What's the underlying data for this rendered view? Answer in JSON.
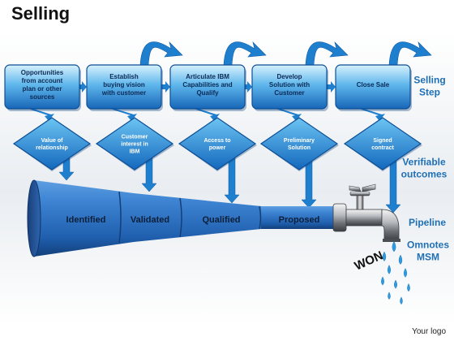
{
  "title": "Selling",
  "footer": "Your logo",
  "steps": [
    [
      "Opportunities",
      "from account",
      "plan or other",
      "sources"
    ],
    [
      "Establish",
      "buying vision",
      "with customer"
    ],
    [
      "Articulate IBM",
      "Capabilities and",
      "Qualify"
    ],
    [
      "Develop",
      "Solution with",
      "Customer"
    ],
    [
      "Close Sale"
    ]
  ],
  "outcomes": [
    [
      "Value of",
      "relationship"
    ],
    [
      "Customer",
      "interest in",
      "IBM"
    ],
    [
      "Access to",
      "power"
    ],
    [
      "Preliminary",
      "Solution"
    ],
    [
      "Signed",
      "contract"
    ]
  ],
  "pipeline_stages": [
    "Identified",
    "Validated",
    "Qualified",
    "Proposed"
  ],
  "side_labels": {
    "selling_step": [
      "Selling",
      "Step"
    ],
    "verifiable_outcomes": [
      "Verifiable",
      "outcomes"
    ],
    "pipeline": [
      "Pipeline"
    ],
    "omnotes": [
      "Omnotes",
      "MSM"
    ]
  },
  "won_label": "WON",
  "colors": {
    "step_fill_top": "#bfe6fb",
    "step_fill_bottom": "#1b7fd0",
    "diamond_fill": "#1f8ad8",
    "arrow": "#1f7fcf",
    "pipe": "#2a6fc0",
    "label_blue": "#1f6fb5",
    "water": "#2e9be0"
  }
}
